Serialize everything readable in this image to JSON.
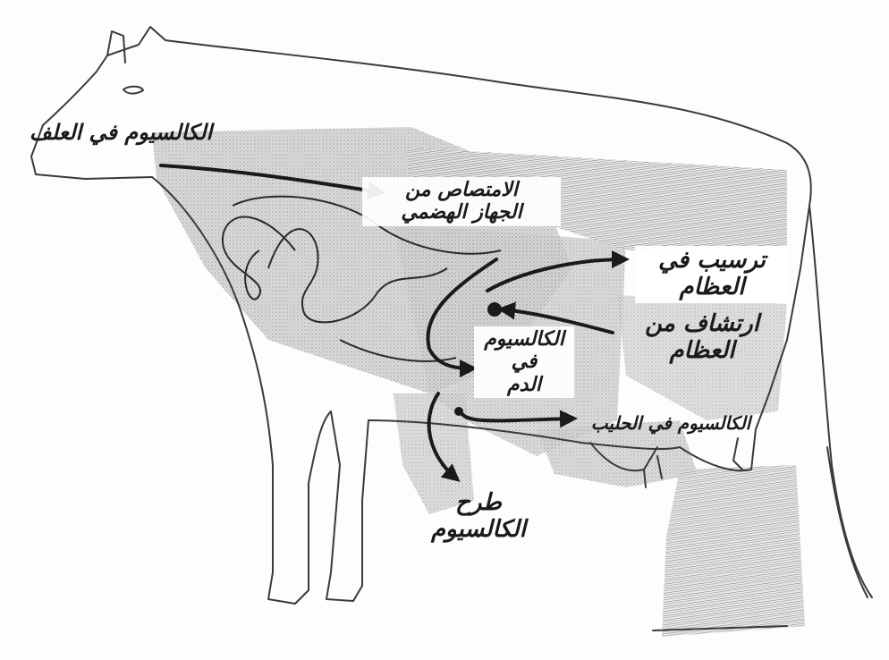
{
  "diagram": {
    "labels": {
      "calcium_in_feed": "الكالسيوم في العلف",
      "absorption_line1": "الامتصاص من",
      "absorption_line2": "الجهاز الهضمي",
      "deposition_line1": "ترسيب في",
      "deposition_line2": "العظام",
      "resorption_line1": "ارتشاف من",
      "resorption_line2": "العظام",
      "blood_line1": "الكالسيوم",
      "blood_line2": "في",
      "blood_line3": "الدم",
      "milk": "الكالسيوم في الحليب",
      "excretion_line1": "طرح",
      "excretion_line2": "الكالسيوم"
    },
    "colors": {
      "ink": "#1a1a1a",
      "outline": "#3a3a3a",
      "shade": "#bdbdbd",
      "paper": "#fdfdfb"
    }
  }
}
